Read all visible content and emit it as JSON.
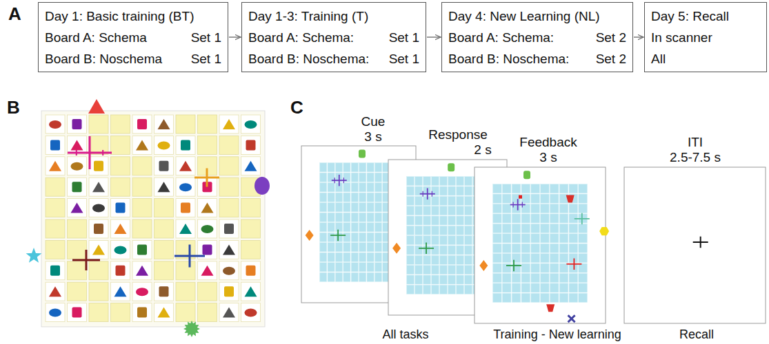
{
  "diagram": {
    "nodes": [
      {
        "text": [
          "Day 1: Basic training (BT)",
          "Board A: Schema",
          "Set 1",
          "Board B: Noschema",
          "Set 1"
        ]
      },
      {
        "text": [
          "Day 1-3: Training (T)",
          "Board A: Schema:",
          "Set 1",
          "Board B: Noschema:",
          "Set 1"
        ]
      },
      {
        "text": [
          "Day 4: New Learning (NL)",
          "Board A: Schema:",
          "Set 2",
          "Board B: Noschema:",
          "Set 2"
        ]
      },
      {
        "text": [
          "Day 5: Recall",
          "In scanner",
          "All"
        ]
      }
    ],
    "edges": [
      {
        "from": 0,
        "to": 1,
        "arrow": "to"
      },
      {
        "from": 1,
        "to": 2,
        "arrow": "to"
      },
      {
        "from": 2,
        "to": 3,
        "arrow": "to"
      }
    ],
    "labels": [
      "A",
      "B",
      "C",
      "Cue",
      "3 s",
      "Response",
      "2 s",
      "Feedback",
      "3 s",
      "ITI",
      "2.5-7.5 s",
      "All tasks",
      "Training - New learning",
      "Recall"
    ]
  }
}
